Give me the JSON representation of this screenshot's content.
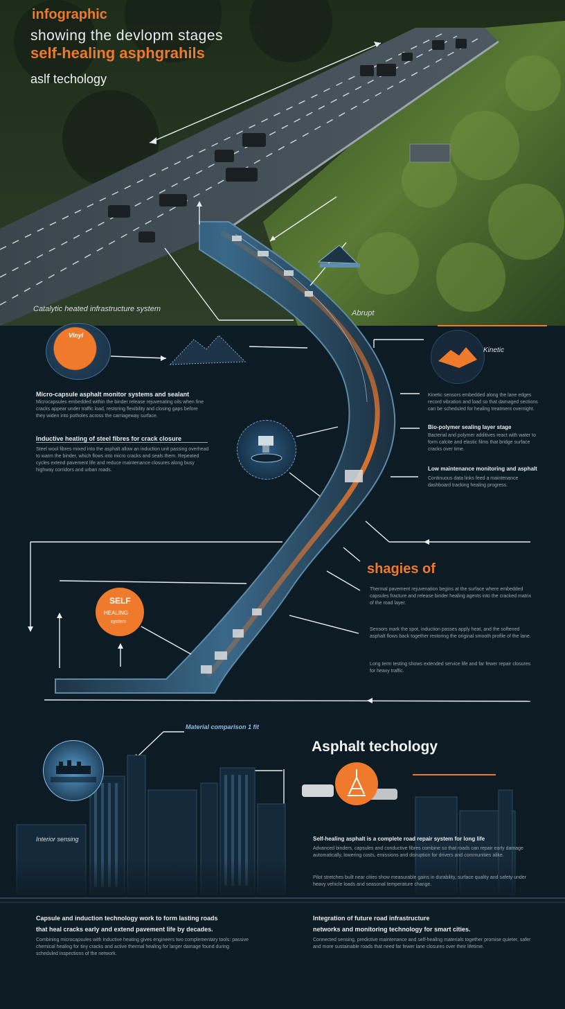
{
  "header": {
    "line1": "infographic",
    "line2": "showing the devlopm stages",
    "line3": "self-healing asphgrahils",
    "line4": "aslf techology"
  },
  "labels": {
    "left_caption": "Catalytic heated infrastructure system",
    "right_tag": "Abrupt",
    "right_icon_label": "Kinetic",
    "stages": "shagies of",
    "asphalt_heading": "Asphalt techology",
    "city_heading": "Material comparison 1 fit",
    "city_left_label": "Interior sensing",
    "icon_text_1": "Vinyl",
    "icon_text_2a": "SELF",
    "icon_text_2b": "HEALING",
    "icon_text_2c": "system"
  },
  "blurbs": {
    "left_1_head": "Micro-capsule asphalt monitor systems and sealant",
    "left_1_body": "Microcapsules embedded within the binder release rejuvenating oils when fine cracks appear under traffic load, restoring flexibility and closing gaps before they widen into potholes across the carriageway surface.",
    "left_2_head": "Inductive heating of steel fibres for crack closure",
    "left_2_body": "Steel wool fibres mixed into the asphalt allow an induction unit passing overhead to warm the binder, which flows into micro cracks and seals them. Repeated cycles extend pavement life and reduce maintenance closures along busy highway corridors and urban roads.",
    "right_1_body": "Kinetic sensors embedded along the lane edges record vibration and load so that damaged sections can be scheduled for healing treatment overnight.",
    "right_2_head": "Bio-polymer sealing layer stage",
    "right_2_body": "Bacterial and polymer additives react with water to form calcite and elastic films that bridge surface cracks over time.",
    "right_3_head": "Low maintenance monitoring and asphalt",
    "right_3_body": "Continuous data links feed a maintenance dashboard tracking healing progress.",
    "stages_1": "Thermal pavement rejuvenation begins at the surface where embedded capsules fracture and release binder healing agents into the cracked matrix of the road layer.",
    "stages_2": "Sensors mark the spot, induction passes apply heat, and the softened asphalt flows back together restoring the original smooth profile of the lane.",
    "stages_3": "Long term testing shows extended service life and far fewer repair closures for heavy traffic.",
    "asph_1_head": "Self-healing asphalt is a complete road repair system for long life",
    "asph_1_body": "Advanced binders, capsules and conductive fibres combine so that roads can repair early damage automatically, lowering costs, emissions and disruption for drivers and communities alike.",
    "asph_2_body": "Pilot stretches built near cities show measurable gains in durability, surface quality and safety under heavy vehicle loads and seasonal temperature change.",
    "bottom_l_head": "Capsule and induction technology work to form lasting roads",
    "bottom_l_head2": "that heal cracks early and extend pavement life by decades.",
    "bottom_l_body": "Combining microcapsules with inductive heating gives engineers two complementary tools: passive chemical healing for tiny cracks and active thermal healing for larger damage found during scheduled inspections of the network.",
    "bottom_r_head": "Integration of future road infrastructure",
    "bottom_r_head2": "networks and monitoring technology for smart cities.",
    "bottom_r_body": "Connected sensing, predictive maintenance and self-healing materials together promise quieter, safer and more sustainable roads that need far fewer lane closures over their lifetime."
  },
  "colors": {
    "accent": "#f07a2c",
    "background": "#0d1b25",
    "road": "#2b3a45",
    "forest": "#3e5a2c",
    "text": "#e8eef0"
  },
  "icons": [
    "road-icon",
    "mountain-icon",
    "sensor-icon",
    "stage-icon",
    "city-icon",
    "tower-icon"
  ]
}
